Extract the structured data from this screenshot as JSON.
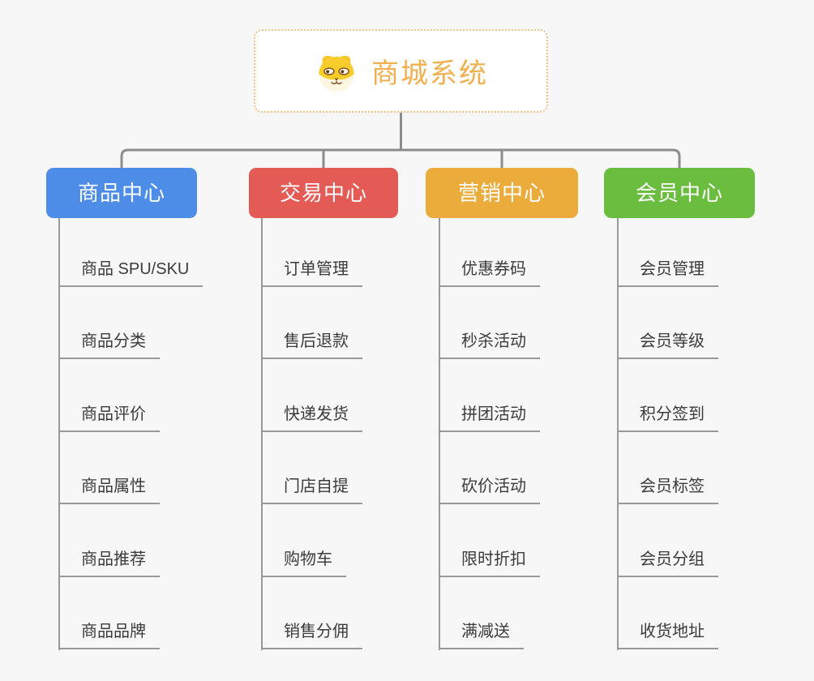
{
  "page": {
    "background": "#f7f7f7"
  },
  "root": {
    "title": "商城系统",
    "icon": "dog-face-icon",
    "text_color": "#f0b04f",
    "border_color": "#f0c184",
    "background": "#ffffff"
  },
  "connectors": {
    "main_color": "#8c8c8c",
    "sub_color": "#999999"
  },
  "branches": [
    {
      "label": "商品中心",
      "color": "#4d8de8",
      "items": [
        "商品 SPU/SKU",
        "商品分类",
        "商品评价",
        "商品属性",
        "商品推荐",
        "商品品牌"
      ]
    },
    {
      "label": "交易中心",
      "color": "#e45a55",
      "items": [
        "订单管理",
        "售后退款",
        "快递发货",
        "门店自提",
        "购物车",
        "销售分佣"
      ]
    },
    {
      "label": "营销中心",
      "color": "#ebac3c",
      "items": [
        "优惠券码",
        "秒杀活动",
        "拼团活动",
        "砍价活动",
        "限时折扣",
        "满减送"
      ]
    },
    {
      "label": "会员中心",
      "color": "#6abd3f",
      "items": [
        "会员管理",
        "会员等级",
        "积分签到",
        "会员标签",
        "会员分组",
        "收货地址"
      ]
    }
  ]
}
